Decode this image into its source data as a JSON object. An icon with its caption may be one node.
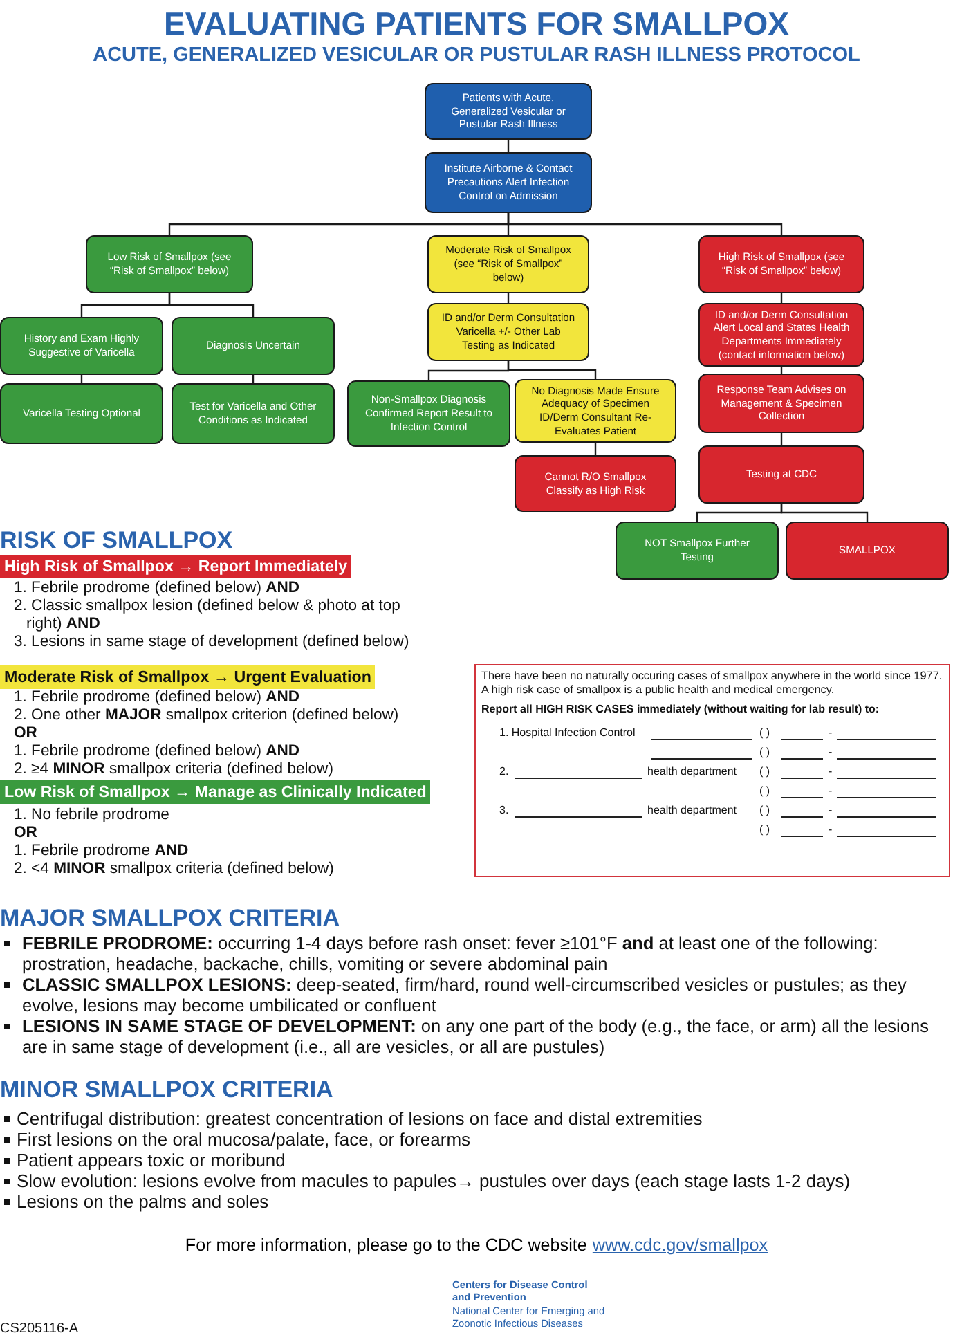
{
  "diagram": {
    "title": "EVALUATING PATIENTS FOR SMALLPOX",
    "caption": "ACUTE, GENERALIZED VESICULAR OR PUSTULAR RASH ILLNESS PROTOCOL",
    "nodes": [
      {
        "text": [
          "Patients with Acute, Generalized Vesicular or Pustular Rash Illness"
        ]
      },
      {
        "text": [
          "Institute Airborne & Contact Precautions Alert Infection Control on Admission"
        ]
      },
      {
        "text": [
          "Low Risk of Smallpox (see “Risk of Smallpox” below)"
        ]
      },
      {
        "text": [
          "Moderate Risk of Smallpox (see “Risk of Smallpox” below)"
        ]
      },
      {
        "text": [
          "High Risk of Smallpox (see “Risk of Smallpox” below)"
        ]
      },
      {
        "text": [
          "History and Exam Highly Suggestive of Varicella"
        ]
      },
      {
        "text": [
          "Diagnosis Uncertain"
        ]
      },
      {
        "text": [
          "Varicella Testing Optional"
        ]
      },
      {
        "text": [
          "Test for Varicella and Other Conditions as Indicated"
        ]
      },
      {
        "text": [
          "ID and/or Derm Consultation Varicella +/- Other Lab Testing as Indicated"
        ]
      },
      {
        "text": [
          "Non-Smallpox Diagnosis Confirmed Report Result to Infection Control"
        ]
      },
      {
        "text": [
          "No Diagnosis Made Ensure Adequacy of Specimen ID/Derm Consultant Re-Evaluates Patient"
        ]
      },
      {
        "text": [
          "ID and/or Derm Consultation Alert Local and States Health Departments Immediately (contact information below)"
        ]
      },
      {
        "text": [
          "Response Team Advises on Management & Specimen Collection"
        ]
      },
      {
        "text": [
          "Cannot R/O Smallpox Classify as High Risk"
        ]
      },
      {
        "text": [
          "Testing at CDC"
        ]
      },
      {
        "text": [
          "NOT Smallpox Further Testing"
        ]
      },
      {
        "text": [
          "SMALLPOX"
        ]
      },
      {
        "text": [
          "High Risk of Smallpox → Report Immediately"
        ]
      },
      {
        "text": [
          "Moderate Risk of Smallpox → Urgent Evaluation"
        ]
      },
      {
        "text": [
          "Low Risk of Smallpox → Manage as Clinically Indicated"
        ]
      },
      {
        "text": [
          "There have been no naturally occuring cases of smallpox anywhere in the world since 1977. A high risk case of smallpox is a public health and medical emergency.",
          "Report all HIGH RISK CASES immediately (without waiting for lab result) to:",
          "1. Hospital Infection Control",
          "( )",
          "-",
          "( )",
          "-",
          "2.",
          "health department",
          "( )",
          "-",
          "( )",
          "-",
          "3.",
          "health department",
          "( )",
          "-",
          "( )",
          "-"
        ]
      }
    ],
    "edges": [
      {
        "from": 0,
        "to": 1,
        "arrow": "none"
      },
      {
        "from": 1,
        "to": 2,
        "arrow": "none"
      },
      {
        "from": 1,
        "to": 3,
        "arrow": "none"
      },
      {
        "from": 1,
        "to": 4,
        "arrow": "none"
      },
      {
        "from": 2,
        "to": 5,
        "arrow": "none"
      },
      {
        "from": 2,
        "to": 6,
        "arrow": "none"
      },
      {
        "from": 5,
        "to": 7,
        "arrow": "none"
      },
      {
        "from": 6,
        "to": 8,
        "arrow": "none"
      },
      {
        "from": 3,
        "to": 9,
        "arrow": "none"
      },
      {
        "from": 9,
        "to": 10,
        "arrow": "none"
      },
      {
        "from": 9,
        "to": 11,
        "arrow": "none"
      },
      {
        "from": 11,
        "to": 14,
        "arrow": "none"
      },
      {
        "from": 4,
        "to": 12,
        "arrow": "none"
      },
      {
        "from": 12,
        "to": 13,
        "arrow": "none"
      },
      {
        "from": 13,
        "to": 15,
        "arrow": "none"
      },
      {
        "from": 15,
        "to": 16,
        "arrow": "none"
      },
      {
        "from": 15,
        "to": 17,
        "arrow": "none"
      }
    ],
    "labels": [
      "RISK OF SMALLPOX",
      "1. Febrile prodrome (defined below) **AND**",
      "2. Classic smallpox lesion (defined below & photo at top right) **AND**",
      "3. Lesions in same stage of development (defined below)",
      "1. Febrile prodrome (defined below) **AND**",
      "2. One other **MAJOR** smallpox criterion (defined below)",
      "OR",
      "1. Febrile prodrome (defined below) **AND**",
      "2. ≥4 **MINOR** smallpox criteria (defined below)",
      "1. No febrile prodrome",
      "OR",
      "1. Febrile prodrome **AND**",
      "2. <4 **MINOR** smallpox criteria (defined below)",
      "MAJOR SMALLPOX CRITERIA",
      "**FEBRILE PRODROME:** occurring 1-4 days before rash onset: fever ≥101°F **and** at least one of the following: prostration, headache, backache, chills, vomiting or severe abdominal pain",
      "**CLASSIC SMALLPOX LESIONS:** deep-seated, firm/hard, round well-circumscribed vesicles or pustules; as they evolve, lesions may become umbilicated or confluent",
      "**LESIONS IN SAME STAGE OF DEVELOPMENT:** on any one part of the body (e.g., the face, or arm) all the lesions are in same stage of development (i.e., all are vesicles, or all are pustules)",
      "MINOR SMALLPOX CRITERIA",
      "Centrifugal distribution: greatest concentration of lesions on face and distal extremities",
      "First lesions on the oral mucosa/palate, face, or forearms",
      "Patient appears toxic or moribund",
      "Slow evolution: lesions evolve from macules to papules→ pustules over days (each stage lasts 1-2 days)",
      "Lesions on the palms and soles",
      "For more information, please go to the CDC website",
      "www.cdc.gov/smallpox",
      "Centers for Disease Control and Prevention",
      "National Center for Emerging and Zoonotic Infectious Diseases",
      "CS205116-A"
    ]
  }
}
